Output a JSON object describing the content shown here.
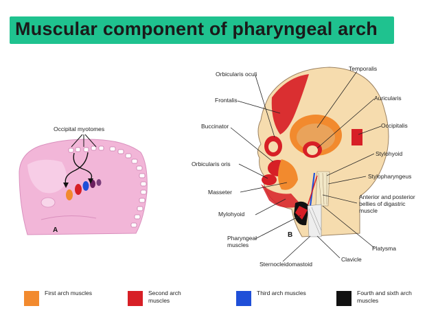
{
  "title": "Muscular component of pharyngeal arch",
  "panel_a": {
    "label": "A",
    "callout": "Occipital myotomes"
  },
  "panel_b": {
    "label": "B",
    "labels": {
      "orbicularis_oculi": "Orbicularis oculi",
      "temporalis": "Temporalis",
      "frontalis": "Frontalis",
      "auricularis": "Auricularis",
      "buccinator": "Buccinator",
      "occipitalis": "Occipitalis",
      "stylohyoid": "Stylohyoid",
      "orbicularis_oris": "Orbicularis oris",
      "stylopharyngeus": "Stylopharyngeus",
      "masseter": "Masseter",
      "digastric": "Anterior and posterior bellies of digastric muscle",
      "mylohyoid": "Mylohyoid",
      "pharyngeal": "Pharyngeal muscles",
      "platysma": "Platysma",
      "clavicle": "Clavicle",
      "sternocleidomastoid": "Sternocleidomastoid"
    }
  },
  "legend": [
    {
      "label": "First arch muscles",
      "color": "#f28a2e"
    },
    {
      "label": "Second arch muscles",
      "color": "#d71f26"
    },
    {
      "label": "Third arch muscles",
      "color": "#1f4fd8"
    },
    {
      "label": "Fourth and sixth arch muscles",
      "color": "#111111"
    }
  ]
}
